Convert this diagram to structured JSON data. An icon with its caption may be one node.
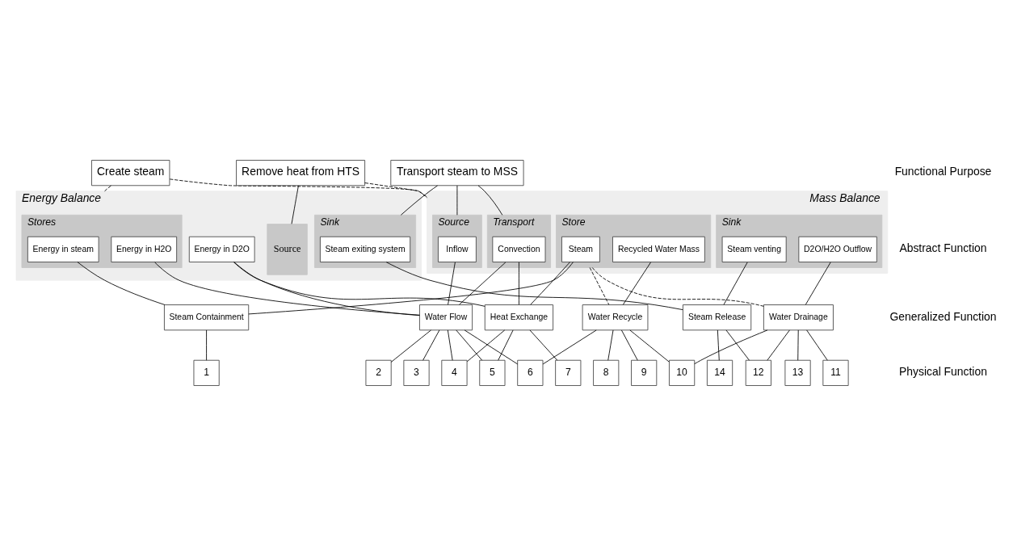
{
  "diagram": {
    "nodes": [
      {
        "text": [
          "Create steam"
        ]
      },
      {
        "text": [
          "Transport steam to MSS"
        ]
      },
      {
        "text": [
          "Remove heat from HTS"
        ]
      },
      {
        "text": [
          "Energy Balance"
        ]
      },
      {
        "text": [
          "Stores"
        ],
        "in": 3
      },
      {
        "text": [
          "Energy in steam"
        ],
        "in": 4
      },
      {
        "text": [
          "Energy in H2O"
        ],
        "in": 4
      },
      {
        "text": [
          "Source"
        ],
        "in": 3
      },
      {
        "text": [
          "Energy in D2O"
        ],
        "in": 3
      },
      {
        "text": [
          "Sink"
        ],
        "in": 3
      },
      {
        "text": [
          "Steam exiting system"
        ],
        "in": 9
      },
      {
        "text": [
          "Mass Balance"
        ]
      },
      {
        "text": [
          "Source"
        ],
        "in": 11
      },
      {
        "text": [
          "Inflow"
        ],
        "in": 12
      },
      {
        "text": [
          "Store"
        ],
        "in": 11
      },
      {
        "text": [
          "Steam"
        ],
        "in": 14
      },
      {
        "text": [
          "Recycled Water Mass"
        ],
        "in": 14
      },
      {
        "text": [
          "Transport"
        ],
        "in": 11
      },
      {
        "text": [
          "Convection"
        ],
        "in": 17
      },
      {
        "text": [
          "Sink"
        ],
        "in": 11
      },
      {
        "text": [
          "D2O/H2O Outflow"
        ],
        "in": 19
      },
      {
        "text": [
          "Steam venting"
        ],
        "in": 19
      },
      {
        "text": [
          "Steam Containment"
        ]
      },
      {
        "text": [
          "Water Flow"
        ]
      },
      {
        "text": [
          "Heat Exchange"
        ]
      },
      {
        "text": [
          "Water Recycle"
        ]
      },
      {
        "text": [
          "Steam Release"
        ]
      },
      {
        "text": [
          "Water Drainage"
        ]
      },
      {
        "text": [
          "1"
        ]
      },
      {
        "text": [
          "2"
        ]
      },
      {
        "text": [
          "3"
        ]
      },
      {
        "text": [
          "4"
        ]
      },
      {
        "text": [
          "5"
        ]
      },
      {
        "text": [
          "6"
        ]
      },
      {
        "text": [
          "7"
        ]
      },
      {
        "text": [
          "8"
        ]
      },
      {
        "text": [
          "9"
        ]
      },
      {
        "text": [
          "10"
        ]
      },
      {
        "text": [
          "11"
        ]
      },
      {
        "text": [
          "12"
        ]
      },
      {
        "text": [
          "13"
        ]
      },
      {
        "text": [
          "14"
        ]
      }
    ],
    "edges": [
      {
        "from": 0,
        "to": 3,
        "arrow": "none",
        "style": "dashed"
      },
      {
        "from": 0,
        "to": 11,
        "arrow": "none",
        "style": "dashed"
      },
      {
        "from": 1,
        "to": 9,
        "arrow": "none"
      },
      {
        "from": 1,
        "to": 12,
        "arrow": "none"
      },
      {
        "from": 1,
        "to": 17,
        "arrow": "none"
      },
      {
        "from": 2,
        "to": 7,
        "arrow": "none"
      },
      {
        "from": 2,
        "to": 11,
        "arrow": "none",
        "style": "dashed"
      },
      {
        "from": 5,
        "to": 22,
        "arrow": "none"
      },
      {
        "from": 15,
        "to": 22,
        "arrow": "none"
      },
      {
        "from": 6,
        "to": 23,
        "arrow": "none"
      },
      {
        "from": 8,
        "to": 23,
        "arrow": "none"
      },
      {
        "from": 13,
        "to": 23,
        "arrow": "none"
      },
      {
        "from": 18,
        "to": 23,
        "arrow": "none"
      },
      {
        "from": 8,
        "to": 24,
        "arrow": "none"
      },
      {
        "from": 15,
        "to": 24,
        "arrow": "none"
      },
      {
        "from": 18,
        "to": 24,
        "arrow": "none"
      },
      {
        "from": 16,
        "to": 25,
        "arrow": "none"
      },
      {
        "from": 14,
        "to": 25,
        "arrow": "none",
        "style": "dashed"
      },
      {
        "from": 14,
        "to": 27,
        "arrow": "none",
        "style": "dashed"
      },
      {
        "from": 10,
        "to": 26,
        "arrow": "none"
      },
      {
        "from": 21,
        "to": 26,
        "arrow": "none"
      },
      {
        "from": 20,
        "to": 27,
        "arrow": "none"
      },
      {
        "from": 22,
        "to": 28,
        "arrow": "none"
      },
      {
        "from": 23,
        "to": 29,
        "arrow": "none"
      },
      {
        "from": 23,
        "to": 30,
        "arrow": "none"
      },
      {
        "from": 23,
        "to": 31,
        "arrow": "none"
      },
      {
        "from": 23,
        "to": 32,
        "arrow": "none"
      },
      {
        "from": 23,
        "to": 33,
        "arrow": "none"
      },
      {
        "from": 24,
        "to": 31,
        "arrow": "none"
      },
      {
        "from": 24,
        "to": 32,
        "arrow": "none"
      },
      {
        "from": 24,
        "to": 34,
        "arrow": "none"
      },
      {
        "from": 25,
        "to": 33,
        "arrow": "none"
      },
      {
        "from": 25,
        "to": 35,
        "arrow": "none"
      },
      {
        "from": 25,
        "to": 36,
        "arrow": "none"
      },
      {
        "from": 25,
        "to": 37,
        "arrow": "none"
      },
      {
        "from": 26,
        "to": 39,
        "arrow": "none"
      },
      {
        "from": 26,
        "to": 41,
        "arrow": "none"
      },
      {
        "from": 27,
        "to": 37,
        "arrow": "none"
      },
      {
        "from": 27,
        "to": 38,
        "arrow": "none"
      },
      {
        "from": 27,
        "to": 39,
        "arrow": "none"
      },
      {
        "from": 27,
        "to": 40,
        "arrow": "none"
      }
    ],
    "labels": [
      "Functional Purpose",
      "Abstract Function",
      "Generalized Function",
      "Physical Function"
    ]
  }
}
